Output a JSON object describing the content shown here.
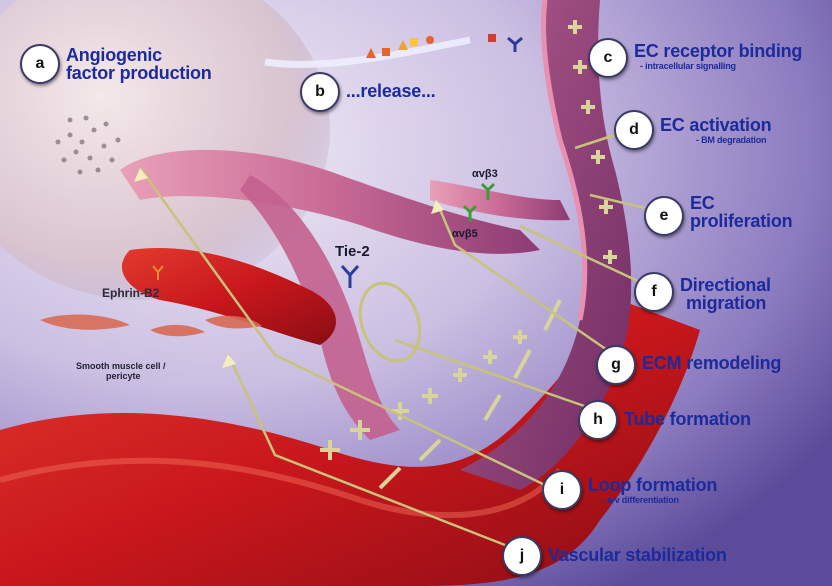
{
  "steps": [
    {
      "letter": "a",
      "label_line1": "Angiogenic",
      "label_line2": "factor production"
    },
    {
      "letter": "b",
      "label": "...release..."
    },
    {
      "letter": "c",
      "label": "EC receptor binding",
      "sub": "- intracellular signalling"
    },
    {
      "letter": "d",
      "label": "EC activation",
      "sub": "- BM degradation"
    },
    {
      "letter": "e",
      "label_line1": "EC",
      "label_line2": "proliferation"
    },
    {
      "letter": "f",
      "label_line1": "Directional",
      "label_line2": "migration"
    },
    {
      "letter": "g",
      "label": "ECM remodeling"
    },
    {
      "letter": "h",
      "label": "Tube formation"
    },
    {
      "letter": "i",
      "label": "Loop formation",
      "sub": "- a-v differentiation"
    },
    {
      "letter": "j",
      "label": "Vascular stabilization"
    }
  ],
  "molecules": {
    "tie2": "Tie-2",
    "ephrin": "Ephrin-B2",
    "avb3": "αvβ3",
    "avb5": "αvβ5"
  },
  "notes": {
    "smooth_muscle_line1": "Smooth muscle cell /",
    "smooth_muscle_line2": "pericyte"
  },
  "colors": {
    "label_text": "#1c2a9b",
    "background_purple": "#7a6ab4",
    "vessel_red": "#c8171c",
    "vessel_dark": "#8e1030",
    "marker_line": "#d8d49a"
  }
}
